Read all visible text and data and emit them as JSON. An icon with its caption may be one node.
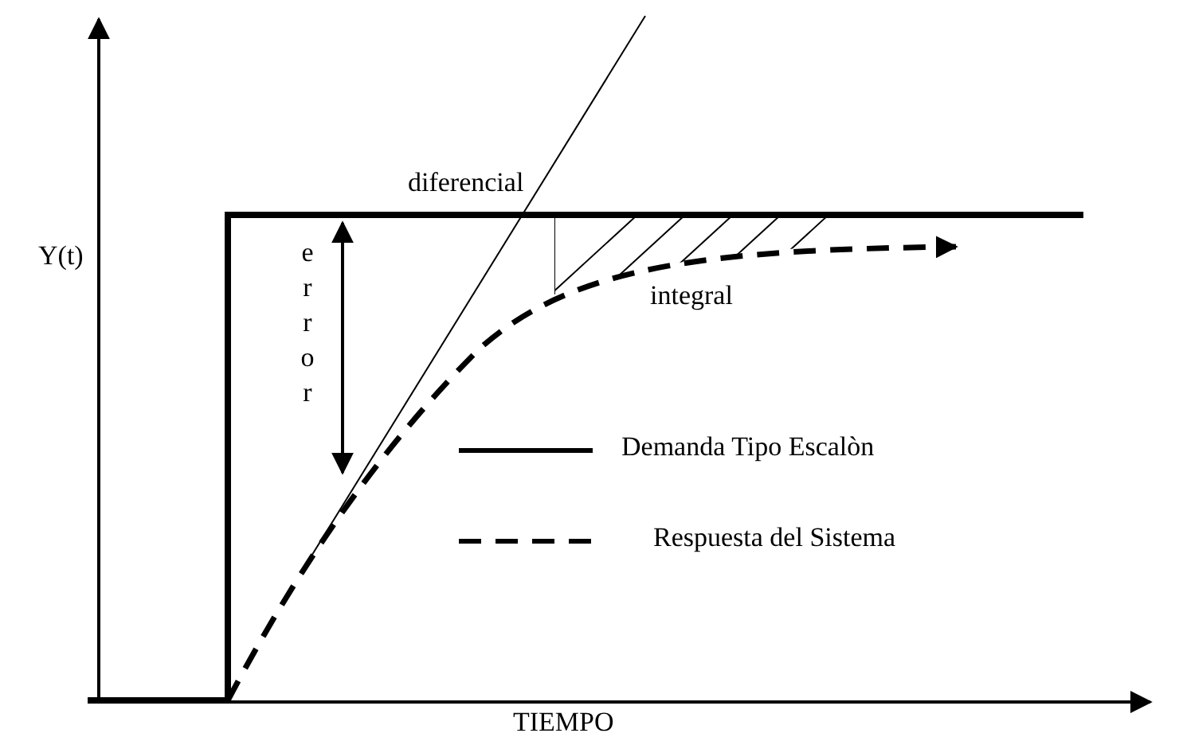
{
  "diagram": {
    "labels": [
      "diferencial",
      "Y(t)",
      "error",
      "integral",
      "TIEMPO"
    ],
    "legend": [
      {
        "text": "Demanda Tipo Escalòn"
      },
      {
        "text": "Respuesta del Sistema"
      }
    ]
  }
}
